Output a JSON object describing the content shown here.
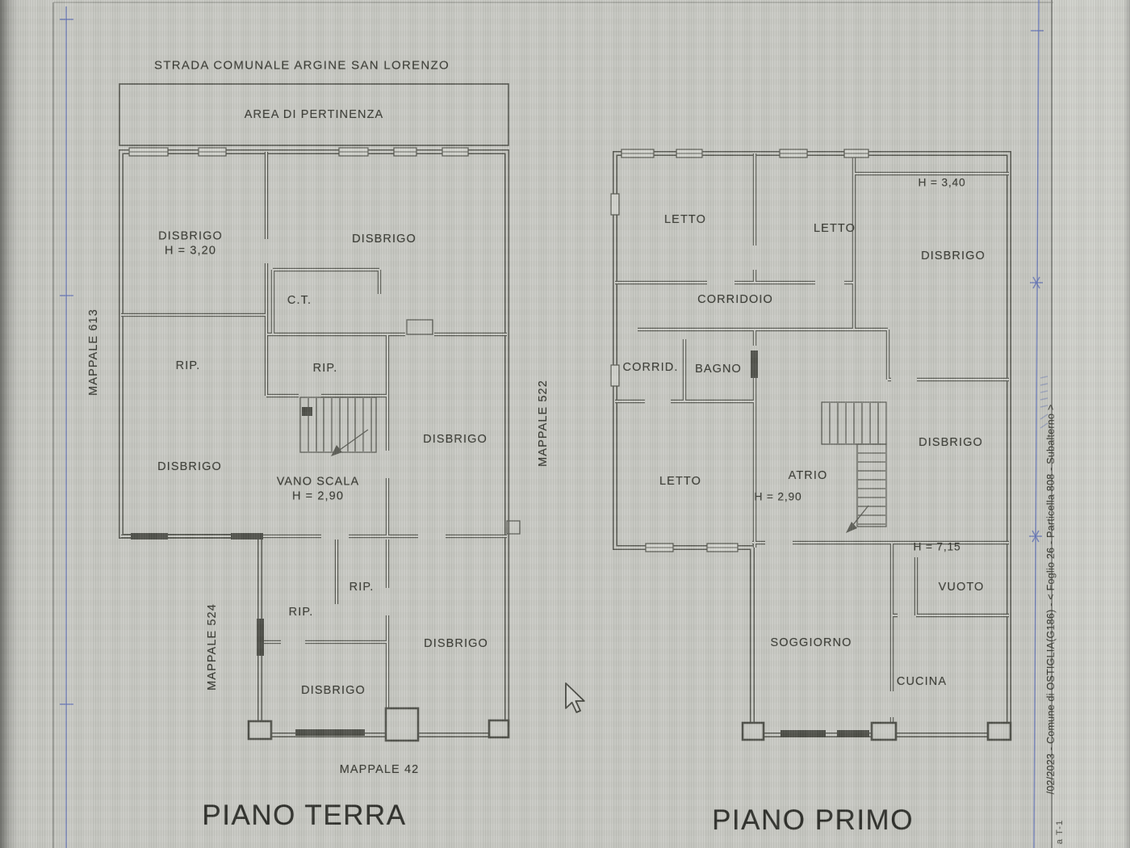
{
  "header": {
    "street_label": "STRADA COMUNALE ARGINE SAN LORENZO",
    "area_label": "AREA DI PERTINENZA"
  },
  "parcels": {
    "left": "MAPPALE 613",
    "lower_left": "MAPPALE 524",
    "center": "MAPPALE 522",
    "bottom": "MAPPALE 42"
  },
  "ground_floor": {
    "title": "PIANO TERRA",
    "rooms": {
      "disbrigo_nw": {
        "name": "DISBRIGO",
        "height": "H = 3,20"
      },
      "disbrigo_ne": {
        "name": "DISBRIGO"
      },
      "ct": {
        "name": "C.T."
      },
      "rip_w": {
        "name": "RIP."
      },
      "rip_c": {
        "name": "RIP."
      },
      "disbrigo_w": {
        "name": "DISBRIGO"
      },
      "vano_scala": {
        "name": "VANO SCALA",
        "height": "H = 2,90"
      },
      "disbrigo_e": {
        "name": "DISBRIGO"
      },
      "rip_s_upper": {
        "name": "RIP."
      },
      "rip_s_lower": {
        "name": "RIP."
      },
      "disbrigo_se": {
        "name": "DISBRIGO"
      },
      "disbrigo_s": {
        "name": "DISBRIGO"
      }
    }
  },
  "first_floor": {
    "title": "PIANO PRIMO",
    "rooms": {
      "letto_nw": {
        "name": "LETTO"
      },
      "letto_n": {
        "name": "LETTO"
      },
      "disbrigo_ne": {
        "name": "DISBRIGO",
        "height": "H = 3,40"
      },
      "corridoio": {
        "name": "CORRIDOIO"
      },
      "corrid": {
        "name": "CORRID."
      },
      "bagno": {
        "name": "BAGNO"
      },
      "letto_w": {
        "name": "LETTO"
      },
      "atrio": {
        "name": "ATRIO",
        "height": "H = 2,90"
      },
      "disbrigo_e": {
        "name": "DISBRIGO"
      },
      "vuoto": {
        "name": "VUOTO",
        "height": "H = 7,15"
      },
      "soggiorno": {
        "name": "SOGGIORNO"
      },
      "cucina": {
        "name": "CUCINA"
      }
    }
  },
  "margin": {
    "note": "/02/2023 - Comune di OSTIGLIA(G186) - < Foglio 26 - Particella 808 - Subalterno >",
    "note_secondary": "a T-1"
  }
}
